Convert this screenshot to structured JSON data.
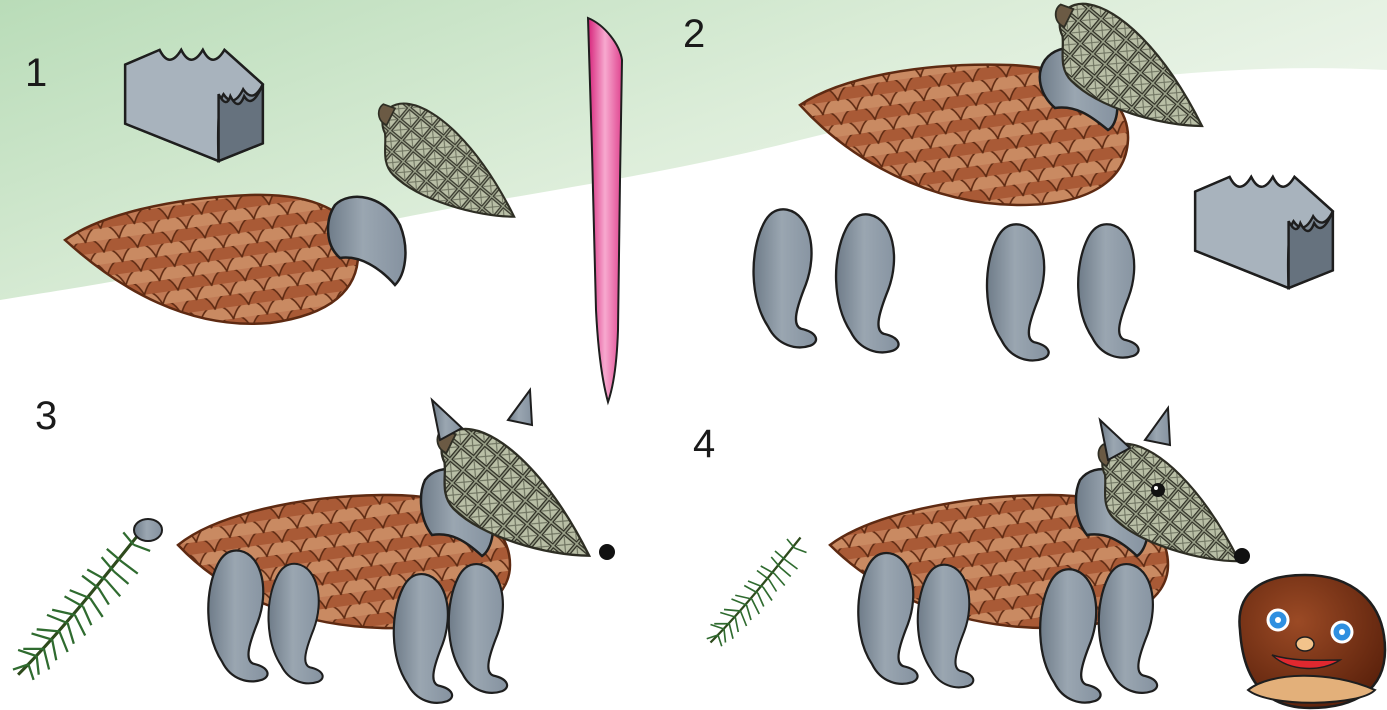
{
  "steps": [
    {
      "label": "1"
    },
    {
      "label": "2"
    },
    {
      "label": "3"
    },
    {
      "label": "4"
    }
  ],
  "colors": {
    "background_top": "#cfe8cf",
    "cone_body": "#b86a45",
    "cone_scale_stroke": "#6a2f16",
    "cone_head": "#9aa08a",
    "plasticine": "#8e9aa6",
    "plasticine_dark": "#6b7884",
    "knife": "#e64f9a",
    "needles": "#2f6b2f",
    "chestnut": "#7a3418"
  },
  "icons": [
    "plasticine-block-icon",
    "pine-cone-icon",
    "spruce-cone-icon",
    "modelling-knife-icon",
    "spruce-twig-icon",
    "chestnut-character-icon"
  ]
}
